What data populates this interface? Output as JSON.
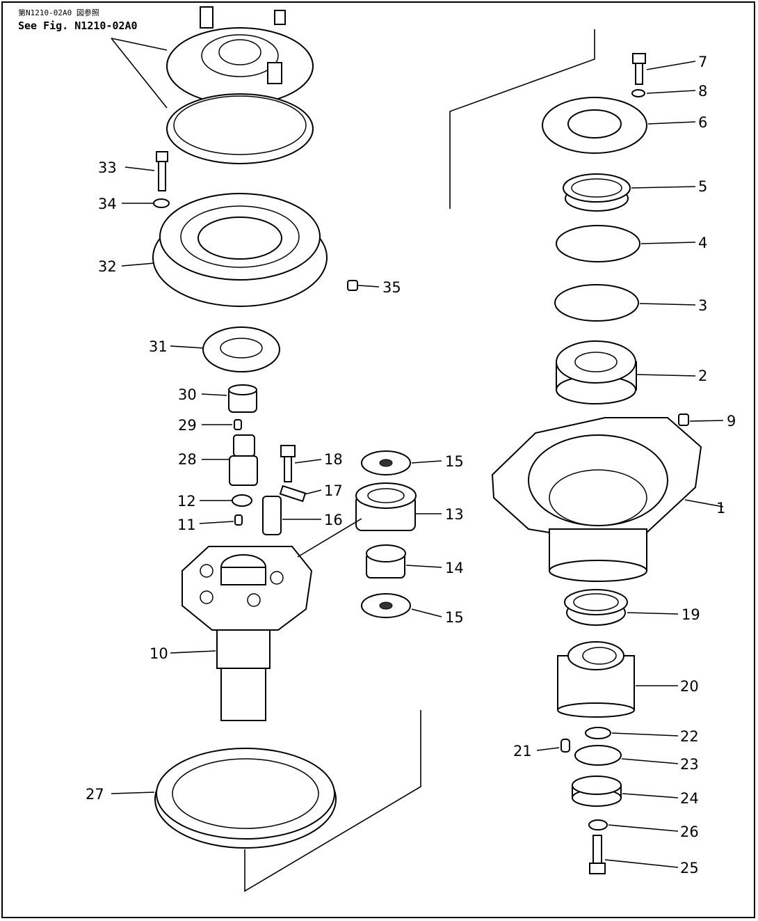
{
  "reference": {
    "japanese": "第N1210-02A0 図参照",
    "english": "See Fig. N1210-02A0"
  },
  "callouts": [
    {
      "id": "1",
      "label": "1"
    },
    {
      "id": "2",
      "label": "2"
    },
    {
      "id": "3",
      "label": "3"
    },
    {
      "id": "4",
      "label": "4"
    },
    {
      "id": "5",
      "label": "5"
    },
    {
      "id": "6",
      "label": "6"
    },
    {
      "id": "7",
      "label": "7"
    },
    {
      "id": "8",
      "label": "8"
    },
    {
      "id": "9",
      "label": "9"
    },
    {
      "id": "10",
      "label": "10"
    },
    {
      "id": "11",
      "label": "11"
    },
    {
      "id": "12",
      "label": "12"
    },
    {
      "id": "13",
      "label": "13"
    },
    {
      "id": "14",
      "label": "14"
    },
    {
      "id": "15a",
      "label": "15"
    },
    {
      "id": "15b",
      "label": "15"
    },
    {
      "id": "16",
      "label": "16"
    },
    {
      "id": "17",
      "label": "17"
    },
    {
      "id": "18",
      "label": "18"
    },
    {
      "id": "19",
      "label": "19"
    },
    {
      "id": "20",
      "label": "20"
    },
    {
      "id": "21",
      "label": "21"
    },
    {
      "id": "22",
      "label": "22"
    },
    {
      "id": "23",
      "label": "23"
    },
    {
      "id": "24",
      "label": "24"
    },
    {
      "id": "25",
      "label": "25"
    },
    {
      "id": "26",
      "label": "26"
    },
    {
      "id": "27",
      "label": "27"
    },
    {
      "id": "28",
      "label": "28"
    },
    {
      "id": "29",
      "label": "29"
    },
    {
      "id": "30",
      "label": "30"
    },
    {
      "id": "31",
      "label": "31"
    },
    {
      "id": "32",
      "label": "32"
    },
    {
      "id": "33",
      "label": "33"
    },
    {
      "id": "34",
      "label": "34"
    },
    {
      "id": "35",
      "label": "35"
    }
  ]
}
